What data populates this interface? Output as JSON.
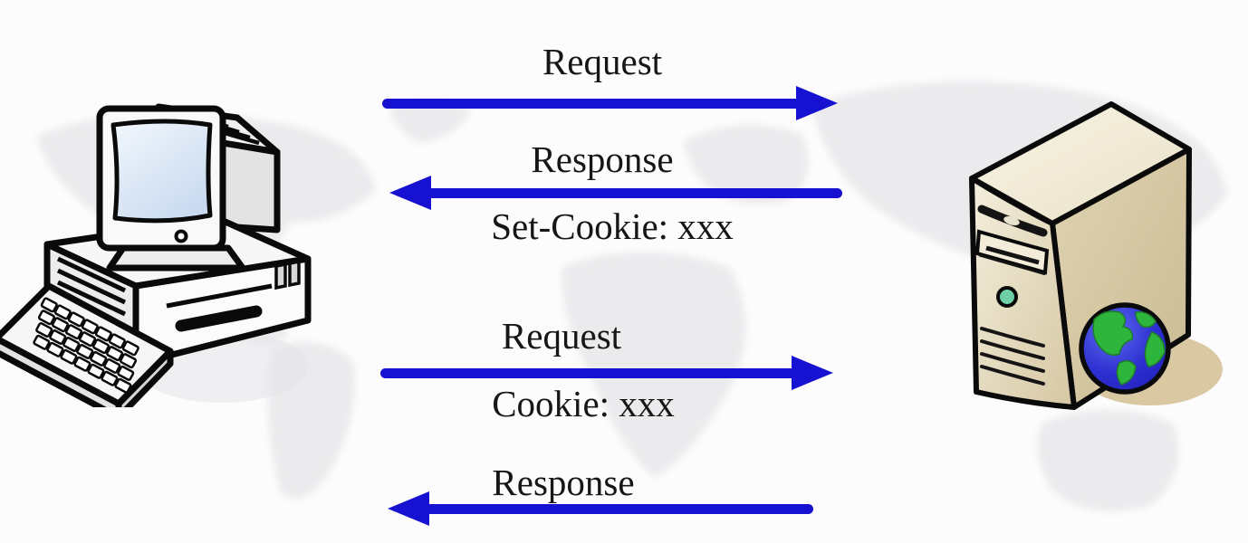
{
  "diagram_type": "client-server cookie exchange sequence",
  "messages": [
    {
      "label": "Request",
      "sublabel": "",
      "direction": "right",
      "from": "client",
      "to": "server"
    },
    {
      "label": "Response",
      "sublabel": "Set-Cookie: xxx",
      "direction": "left",
      "from": "server",
      "to": "client"
    },
    {
      "label": "Request",
      "sublabel": "Cookie: xxx",
      "direction": "right",
      "from": "client",
      "to": "server"
    },
    {
      "label": "Response",
      "sublabel": "",
      "direction": "left",
      "from": "server",
      "to": "client"
    }
  ],
  "nodes": {
    "client": {
      "icon": "desktop-computer-icon"
    },
    "server": {
      "icon": "server-tower-icon",
      "badge": "globe-icon"
    }
  },
  "background": {
    "watermark": "world-map-watermark"
  },
  "colors": {
    "arrow": "#1711d1",
    "text": "#161616",
    "background": "#fcfcfd",
    "map_watermark": "#e7e7ea",
    "server_body": "#ddd1ae",
    "server_shadow": "#d9c8a1",
    "globe_ocean": "#2e2fd0",
    "globe_land": "#2eb53c",
    "screen_blue": "#c9daf0",
    "power_button": "#6fcfa6"
  }
}
